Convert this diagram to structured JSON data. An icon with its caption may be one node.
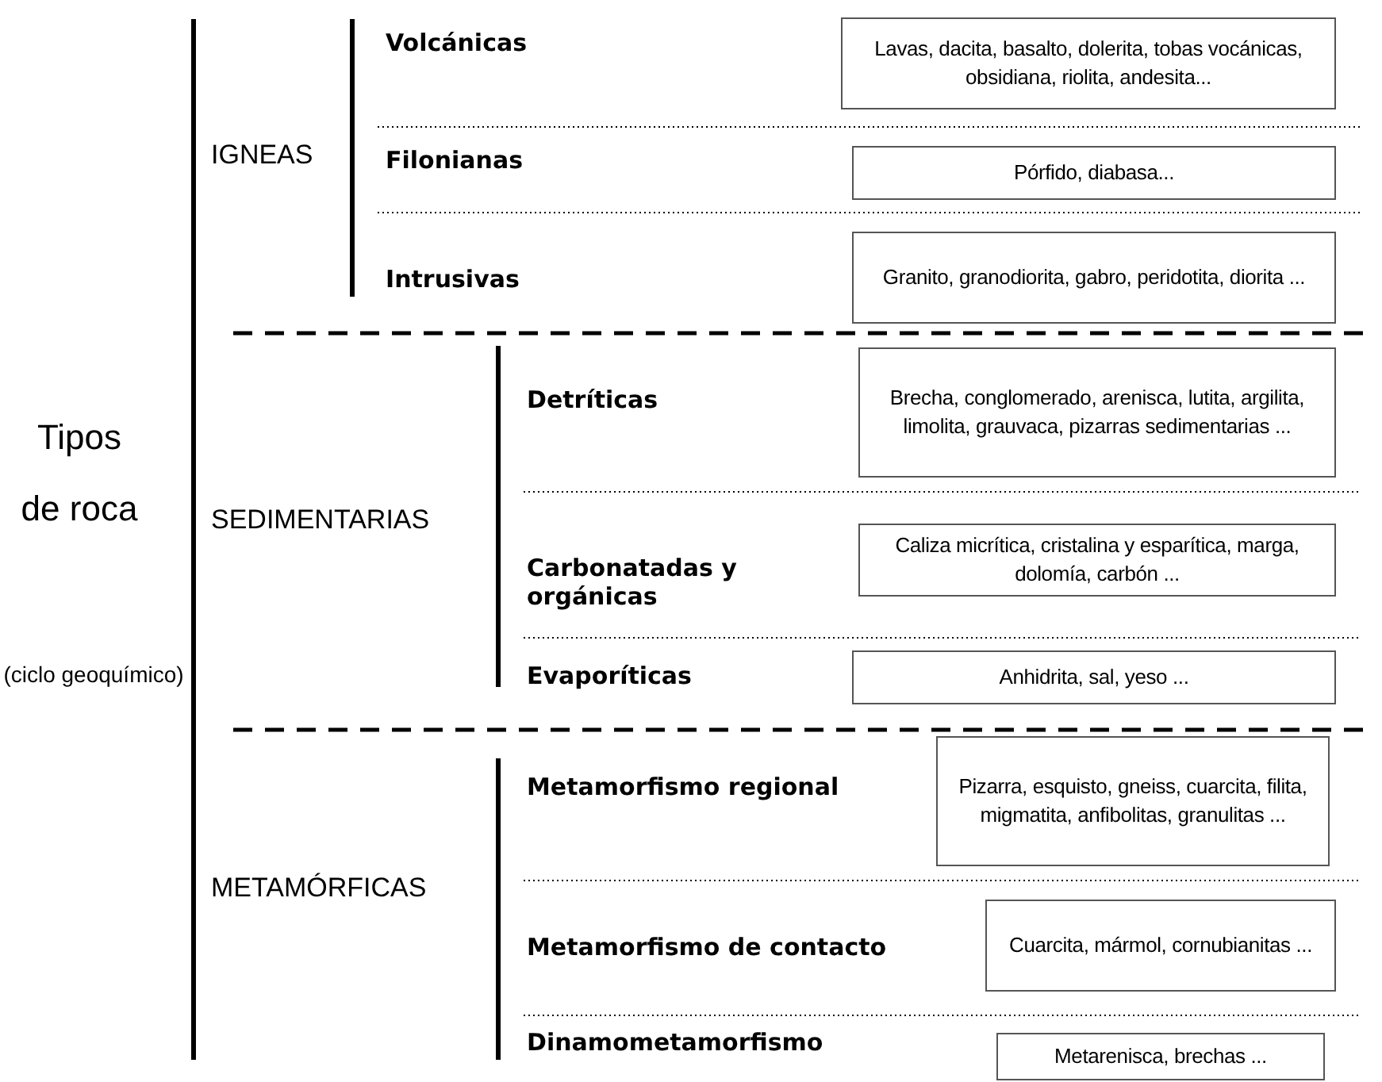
{
  "diagram": {
    "nodes": [
      {
        "text": [
          "Lavas, dacita, basalto, dolerita, tobas vocánicas, obsidiana, riolita, andesita..."
        ]
      },
      {
        "text": [
          "Pórfido, diabasa..."
        ]
      },
      {
        "text": [
          "Granito, granodiorita, gabro, peridotita, diorita ..."
        ]
      },
      {
        "text": [
          "Brecha, conglomerado, arenisca, lutita, argilita, limolita, grauvaca, pizarras sedimentarias ..."
        ]
      },
      {
        "text": [
          "Caliza micrítica, cristalina y esparítica, marga, dolomía, carbón ..."
        ]
      },
      {
        "text": [
          "Anhidrita, sal, yeso ..."
        ]
      },
      {
        "text": [
          "Pizarra, esquisto, gneiss, cuarcita, filita, migmatita, anfibolitas, granulitas ..."
        ]
      },
      {
        "text": [
          "Cuarcita, mármol, cornubianitas ..."
        ]
      },
      {
        "text": [
          "Metarenisca, brechas ..."
        ]
      }
    ],
    "labels": [
      "Tipos de roca",
      "(ciclo geoquímico)",
      "IGNEAS",
      "Volcánicas",
      "Filonianas",
      "Intrusivas",
      "SEDIMENTARIAS",
      "Detríticas",
      "Carbonatadas y orgánicas",
      "Evaporíticas",
      "METAMÓRFICAS",
      "Metamorfismo regional",
      "Metamorfismo de contacto",
      "Dinamometamorfismo"
    ]
  }
}
